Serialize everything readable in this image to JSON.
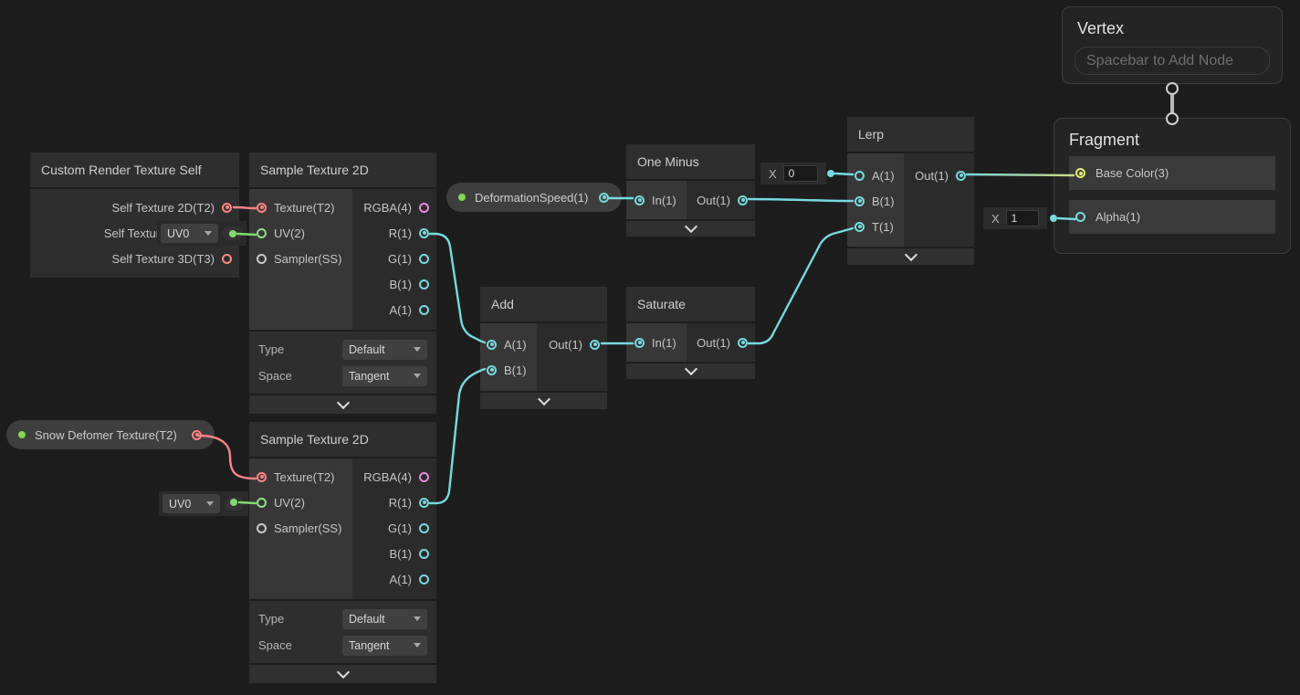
{
  "graph": {
    "background": "#1d1d1e"
  },
  "colors": {
    "wire_cyan": "#74dbe0",
    "wire_red": "#ff8383",
    "wire_green": "#7fdd6d",
    "wire_gradient_end": "#cdd97e",
    "port_vector1_cyan": "#74dbe0",
    "port_vector3_yellow": "#e6ee6e",
    "port_vector4_pink": "#e88ae0",
    "port_texture_red": "#ff8383",
    "port_uv_green": "#8fe08b",
    "port_sampler_gray": "#c9c9c9",
    "property_dot_green": "#83d74e"
  },
  "icons": {
    "collapse": "chevron-down",
    "dropdown": "caret-down",
    "link": "node-link"
  },
  "nodes": {
    "crt": {
      "title": "Custom Render Texture Self",
      "outputs": [
        "Self Texture 2D(T2)",
        "Self Texture Cube(C)",
        "Self Texture 3D(T3)"
      ]
    },
    "sample1": {
      "title": "Sample Texture 2D",
      "inputs": [
        "Texture(T2)",
        "UV(2)",
        "Sampler(SS)"
      ],
      "outputs": [
        "RGBA(4)",
        "R(1)",
        "G(1)",
        "B(1)",
        "A(1)"
      ],
      "type_label": "Type",
      "type_value": "Default",
      "space_label": "Space",
      "space_value": "Tangent"
    },
    "sample2": {
      "title": "Sample Texture 2D",
      "inputs": [
        "Texture(T2)",
        "UV(2)",
        "Sampler(SS)"
      ],
      "outputs": [
        "RGBA(4)",
        "R(1)",
        "G(1)",
        "B(1)",
        "A(1)"
      ],
      "type_label": "Type",
      "type_value": "Default",
      "space_label": "Space",
      "space_value": "Tangent"
    },
    "one_minus": {
      "title": "One Minus",
      "input": "In(1)",
      "output": "Out(1)"
    },
    "add": {
      "title": "Add",
      "input_a": "A(1)",
      "input_b": "B(1)",
      "output": "Out(1)"
    },
    "saturate": {
      "title": "Saturate",
      "input": "In(1)",
      "output": "Out(1)"
    },
    "lerp": {
      "title": "Lerp",
      "input_a": "A(1)",
      "input_b": "B(1)",
      "input_t": "T(1)",
      "output": "Out(1)"
    },
    "vertex": {
      "title": "Vertex",
      "placeholder": "Spacebar to Add Node"
    },
    "fragment": {
      "title": "Fragment",
      "input_base_color": "Base Color(3)",
      "input_alpha": "Alpha(1)"
    }
  },
  "properties": {
    "deformation_speed": "DeformationSpeed(1)",
    "snow_deformer": "Snow Defomer Texture(T2)"
  },
  "inline_controls": {
    "sample1_uv": "UV0",
    "sample2_uv": "UV0",
    "lerp_a": {
      "label": "X",
      "value": "0"
    },
    "fragment_alpha": {
      "label": "X",
      "value": "1"
    }
  }
}
